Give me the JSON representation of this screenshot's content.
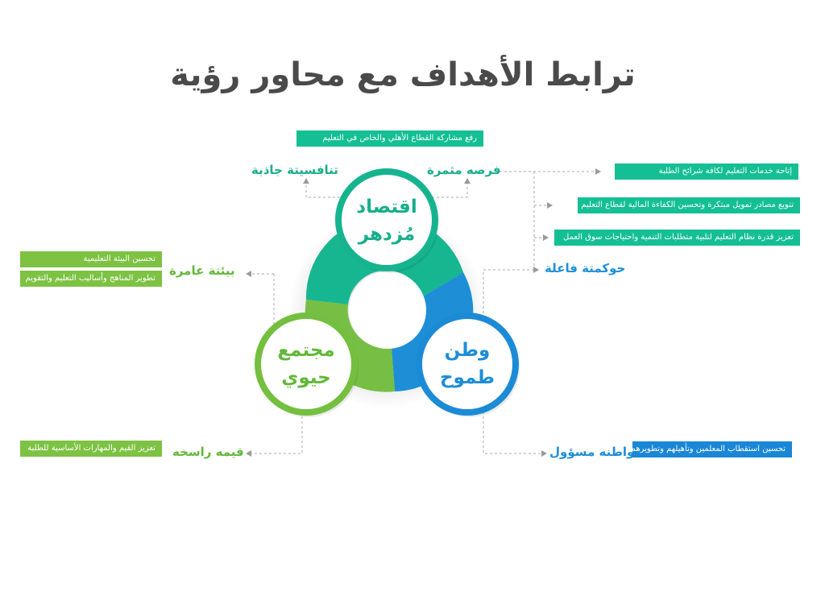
{
  "title": "ترابط الأهداف مع محاور رؤية",
  "colors": {
    "teal": "#14bf94",
    "green": "#7dc243",
    "blue": "#1a86d6",
    "title": "#4a4a4a"
  },
  "pillars": {
    "economy": {
      "line1": "اقتصاد",
      "line2": "مُزدهر"
    },
    "society": {
      "line1": "مجتمع",
      "line2": "حيوي"
    },
    "nation": {
      "line1": "وطن",
      "line2": "طموح"
    }
  },
  "labels": {
    "fruitful_opportunities": "فرصه مثمرة",
    "attractive_competitiveness": "تنافسيتة جاذبة",
    "effective_governance": "حوكمتة فاعلة",
    "vibrant_environment": "بيئتة عامرة",
    "deep_values": "قيمه راسخه",
    "responsible_citizen": "مواطنه مسؤول"
  },
  "boxes": {
    "private_sector": "رفع مشاركة القطاع الأهلي والخاص في التعليم",
    "education_services": "إتاحة خدمات التعليم لكافة شرائح الطلبة",
    "funding_sources": "تنويع مصادر تمويل مبتكرة وتحسين الكفاءة المالية لقطاع التعليم",
    "labor_market": "تعزيز قدرة نظام التعليم لتلبية متطلبات التنمية واحتياجات سوق العمل",
    "learning_environment": "تحسين البيئة التعليمية",
    "curricula": "تطوير المناهج وأساليب التعليم والتقويم",
    "values_skills": "تعزيز القيم والمهارات الأساسية للطلبة",
    "teachers": "تحسين استقطاب المعلمين وتأهيلهم وتطويرهم"
  }
}
